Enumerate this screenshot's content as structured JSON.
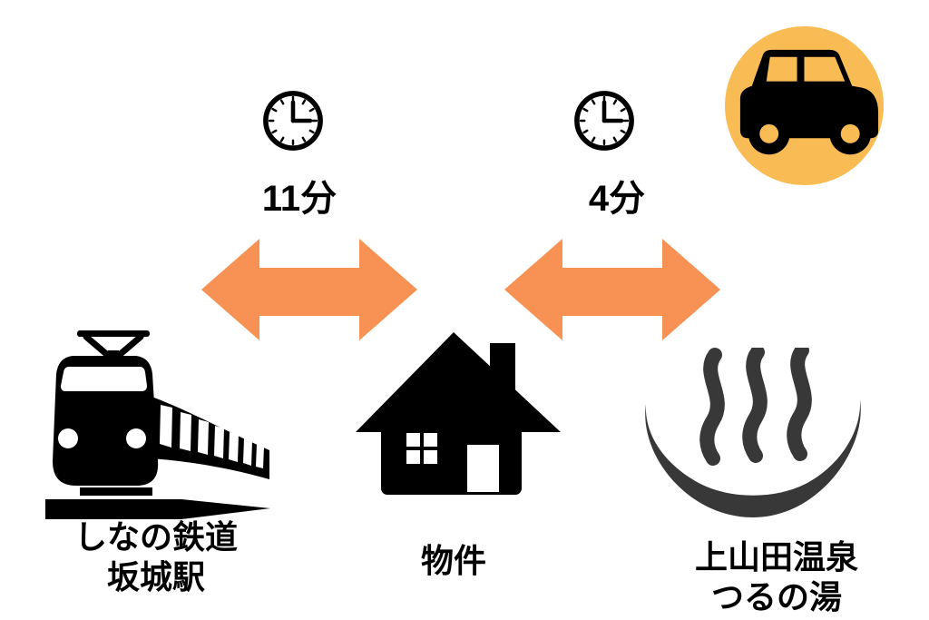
{
  "colors": {
    "background": "#ffffff",
    "arrow_orange": "#F89254",
    "badge_yellow": "#F9BC55",
    "icon_black": "#000000",
    "onsen_gray": "#383838",
    "text_black": "#000000"
  },
  "legs": [
    {
      "icon": "clock-icon",
      "clock_time_shown": "3:00",
      "duration": "11分"
    },
    {
      "icon": "clock-icon",
      "clock_time_shown": "3:00",
      "duration": "4分"
    }
  ],
  "transport_badge": {
    "icon": "car-icon"
  },
  "nodes": [
    {
      "icon": "train-icon",
      "line1": "しなの鉄道",
      "line2": "坂城駅"
    },
    {
      "icon": "house-icon",
      "line1": "物件",
      "line2": ""
    },
    {
      "icon": "hot-spring-icon",
      "line1": "上山田温泉",
      "line2": "つるの湯"
    }
  ]
}
